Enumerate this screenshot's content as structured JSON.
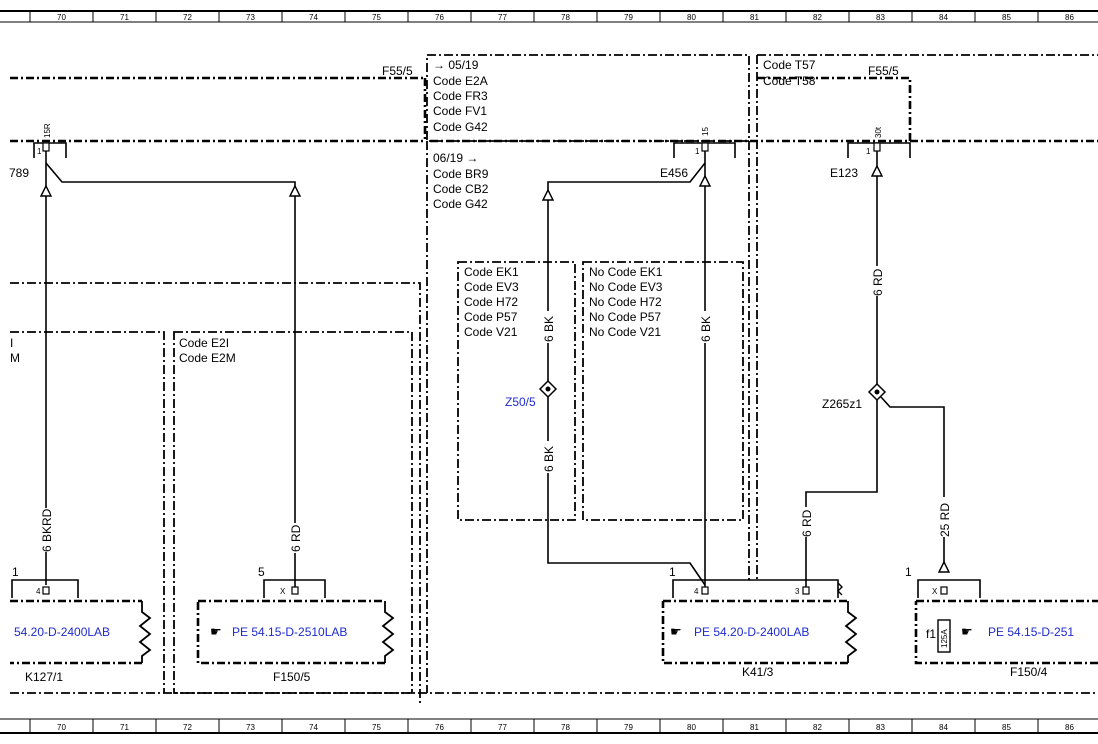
{
  "ruler": {
    "top_numbers": [
      "70",
      "71",
      "72",
      "73",
      "74",
      "75",
      "76",
      "77",
      "78",
      "79",
      "80",
      "81",
      "82",
      "83",
      "84",
      "85",
      "86"
    ],
    "bottom_numbers": [
      "70",
      "71",
      "72",
      "73",
      "74",
      "75",
      "76",
      "77",
      "78",
      "79",
      "80",
      "81",
      "82",
      "83",
      "84",
      "85",
      "86"
    ]
  },
  "fuse_boxes": {
    "left_label": "F55/5",
    "right_label": "F55/5"
  },
  "code_notes": {
    "top_center": [
      "→ 05/19",
      "Code E2A",
      "Code FR3",
      "Code FV1",
      "Code G42"
    ],
    "top_right": [
      "Code T57",
      "Code T58"
    ],
    "mid_center": [
      "06/19 →",
      "Code BR9",
      "Code CB2",
      "Code G42"
    ],
    "variant_a": [
      "Code EK1",
      "Code EV3",
      "Code H72",
      "Code P57",
      "Code V21"
    ],
    "variant_b": [
      "No Code EK1",
      "No Code EV3",
      "No Code H72",
      "No Code P57",
      "No Code V21"
    ],
    "e2_codes": [
      "Code E2I",
      "Code E2M"
    ],
    "left_cut": [
      "I",
      "M"
    ]
  },
  "terminals": {
    "t15r": "15R",
    "t15": "15",
    "t30t": "30t",
    "pin1": "1"
  },
  "connectors": {
    "e789": "789",
    "e456": "E456",
    "e123": "E123"
  },
  "wires": {
    "bkrd": "6 BKRD",
    "rd_f150": "6 RD",
    "bk_upper": "6 BK",
    "bk_lower": "6 BK",
    "bk_right": "6 BK",
    "rd_right_upper": "6 RD",
    "rd_k41": "6 RD",
    "rd_25": "25 RD"
  },
  "splices": {
    "z50": "Z50/5",
    "z265": "Z265z1"
  },
  "pins": {
    "k127_num": "1",
    "k127_pin": "4",
    "f150_5_num": "5",
    "f150_5_pin": "X",
    "k41_num": "1",
    "k41_pin4": "4",
    "k41_pin3": "3",
    "f150_4_num": "1",
    "f150_4_pin": "X"
  },
  "components": {
    "k127_ref": "54.20-D-2400LAB",
    "k127_label": "K127/1",
    "f150_5_ref": "PE 54.15-D-2510LAB",
    "f150_5_label": "F150/5",
    "k41_ref": "PE 54.20-D-2400LAB",
    "k41_label": "K41/3",
    "f150_4_ref": "PE 54.15-D-251",
    "f150_4_label": "F150/4",
    "fuse_f1": "f1",
    "fuse_rating": "125A"
  },
  "colors": {
    "link_blue": "#1e2bd0",
    "line": "#000000"
  }
}
